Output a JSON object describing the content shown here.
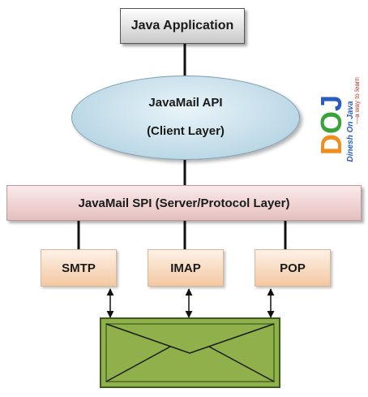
{
  "app": {
    "label": "Java Application"
  },
  "api": {
    "title": "JavaMail API",
    "subtitle": "(Client Layer)"
  },
  "spi": {
    "label": "JavaMail SPI (Server/Protocol Layer)"
  },
  "protocols": [
    "SMTP",
    "IMAP",
    "POP"
  ],
  "logo": {
    "text": "DOJ",
    "name": "Dinesh On Java",
    "tagline": "—a way to learn"
  },
  "colors": {
    "app_fill": "#c8c8c8",
    "api_fill": "#bcd8e6",
    "spi_fill": "#e6c0c0",
    "protocol_fill": "#f4c8a2",
    "envelope_fill": "#8fb04a",
    "logo_orange": "#f28c1e",
    "logo_green": "#3aa23a",
    "logo_blue": "#2a5cc4"
  },
  "icons": [
    "envelope-icon",
    "doj-logo"
  ]
}
